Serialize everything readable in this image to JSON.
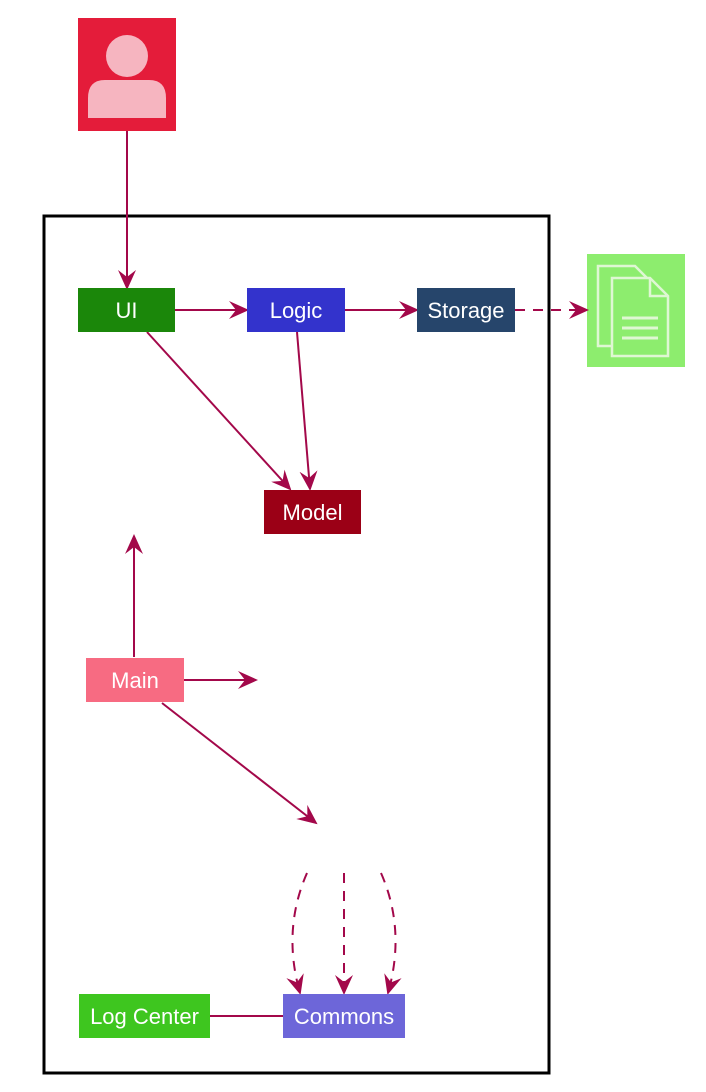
{
  "diagram": {
    "user_icon": {
      "icon": "user-icon",
      "color": "#e41c3a",
      "figure_color": "#f6b5c0"
    },
    "file_icon": {
      "icon": "document-stack-icon",
      "color": "#8ded6e",
      "figure_color": "#dff7d3"
    },
    "edge_color": "#a3084a",
    "boundary_color": "#000000",
    "components": {
      "ui": {
        "label": "UI",
        "color": "#1b870a"
      },
      "logic": {
        "label": "Logic",
        "color": "#3333cc"
      },
      "storage": {
        "label": "Storage",
        "color": "#26456b"
      },
      "model": {
        "label": "Model",
        "color": "#9b0016"
      },
      "main": {
        "label": "Main",
        "color": "#f76b82"
      },
      "log_center": {
        "label": "Log Center",
        "color": "#3ec61f"
      },
      "commons": {
        "label": "Commons",
        "color": "#6d66d9"
      }
    }
  }
}
